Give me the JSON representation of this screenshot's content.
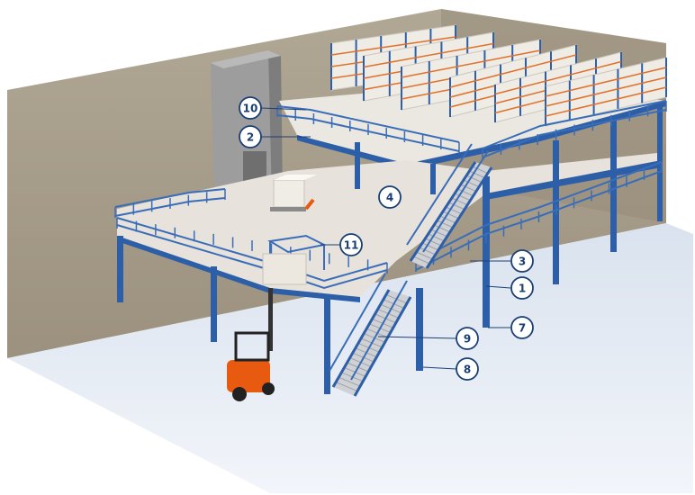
{
  "diagram": {
    "colors": {
      "steel": "#2d5fa8",
      "steel_dark": "#1f4a8a",
      "rail": "#3a6db8",
      "deck": "#e9e6e0",
      "deck_edge": "#cfcac2",
      "wall": "#a59b8a",
      "wall_dark": "#8f8574",
      "floor": "#e6ecf4",
      "rack_upright": "#2d5fa8",
      "rack_beam": "#e0702a",
      "box": "#ece8e0",
      "forklift": "#e85a10",
      "callout_stroke": "#1a3f73",
      "callout_fill": "#ffffff"
    },
    "icons": [
      "forklift-icon",
      "pallet-jack-icon",
      "storage-rack-icon",
      "goods-lift-icon",
      "stair-icon"
    ],
    "callouts": [
      {
        "id": "callout-1",
        "label": "1"
      },
      {
        "id": "callout-2",
        "label": "2"
      },
      {
        "id": "callout-3",
        "label": "3"
      },
      {
        "id": "callout-4",
        "label": "4"
      },
      {
        "id": "callout-7",
        "label": "7"
      },
      {
        "id": "callout-8",
        "label": "8"
      },
      {
        "id": "callout-9",
        "label": "9"
      },
      {
        "id": "callout-10",
        "label": "10"
      },
      {
        "id": "callout-11",
        "label": "11"
      }
    ]
  }
}
